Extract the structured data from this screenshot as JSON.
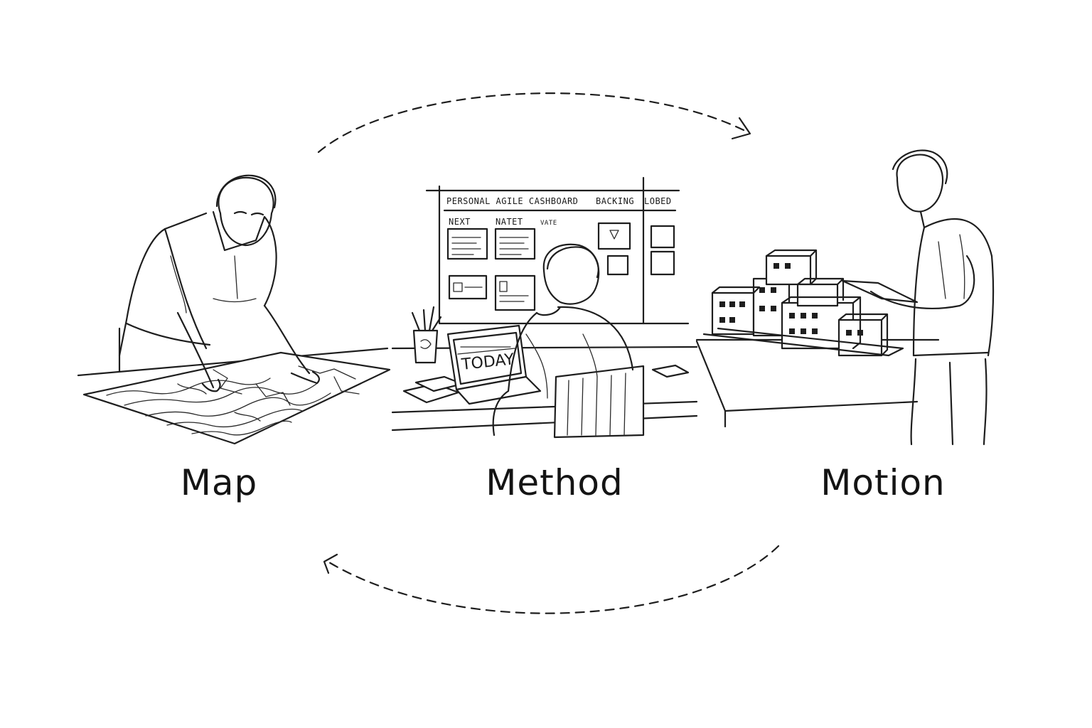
{
  "stages": [
    {
      "id": "map",
      "label": "Map"
    },
    {
      "id": "method",
      "label": "Method"
    },
    {
      "id": "motion",
      "label": "Motion"
    }
  ],
  "board": {
    "title": "PERSONAL AGILE CASHBOARD",
    "col_backing": "BACKING",
    "col_lobed": "LOBED",
    "col_next": "NEXT",
    "col_natet": "NATET",
    "col_vate": "VATE"
  },
  "laptop": {
    "screen_text": "TODAY"
  },
  "colors": {
    "ink": "#1e1e1e",
    "background": "#ffffff"
  }
}
